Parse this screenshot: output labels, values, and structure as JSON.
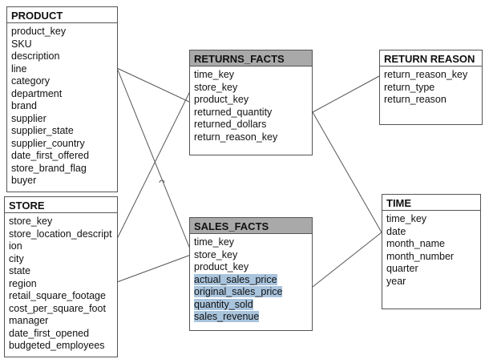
{
  "entities": {
    "product": {
      "title": "PRODUCT",
      "fields": [
        "product_key",
        "SKU",
        "description",
        "line",
        "category",
        "department",
        "brand",
        "supplier",
        "supplier_state",
        "supplier_country",
        "date_first_offered",
        "store_brand_flag",
        "buyer"
      ]
    },
    "store": {
      "title": "STORE",
      "fields": [
        "store_key",
        "store_location_descript",
        "ion",
        "city",
        "state",
        "region",
        "retail_square_footage",
        "cost_per_square_foot",
        "manager",
        "date_first_opened",
        "budgeted_employees"
      ]
    },
    "returns_facts": {
      "title": "RETURNS_FACTS",
      "fields": [
        "time_key",
        "store_key",
        "product_key",
        "returned_quantity",
        "returned_dollars",
        "return_reason_key"
      ]
    },
    "sales_facts": {
      "title": "SALES_FACTS",
      "fields": [
        "time_key",
        "store_key",
        "product_key",
        "actual_sales_price",
        "original_sales_price",
        "quantity_sold",
        "sales_revenue"
      ],
      "highlighted_fields": [
        "actual_sales_price",
        "original_sales_price",
        "quantity_sold",
        "sales_revenue"
      ],
      "highlight_color": "#a9c4dd"
    },
    "return_reason": {
      "title": "RETURN REASON",
      "fields": [
        "return_reason_key",
        "return_type",
        "return_reason"
      ]
    },
    "time": {
      "title": "TIME",
      "fields": [
        "time_key",
        "date",
        "month_name",
        "month_number",
        "quarter",
        "year"
      ]
    }
  },
  "colors": {
    "fact_header": "#a9a9a9",
    "border": "#555555",
    "highlight": "#a9c4dd"
  }
}
